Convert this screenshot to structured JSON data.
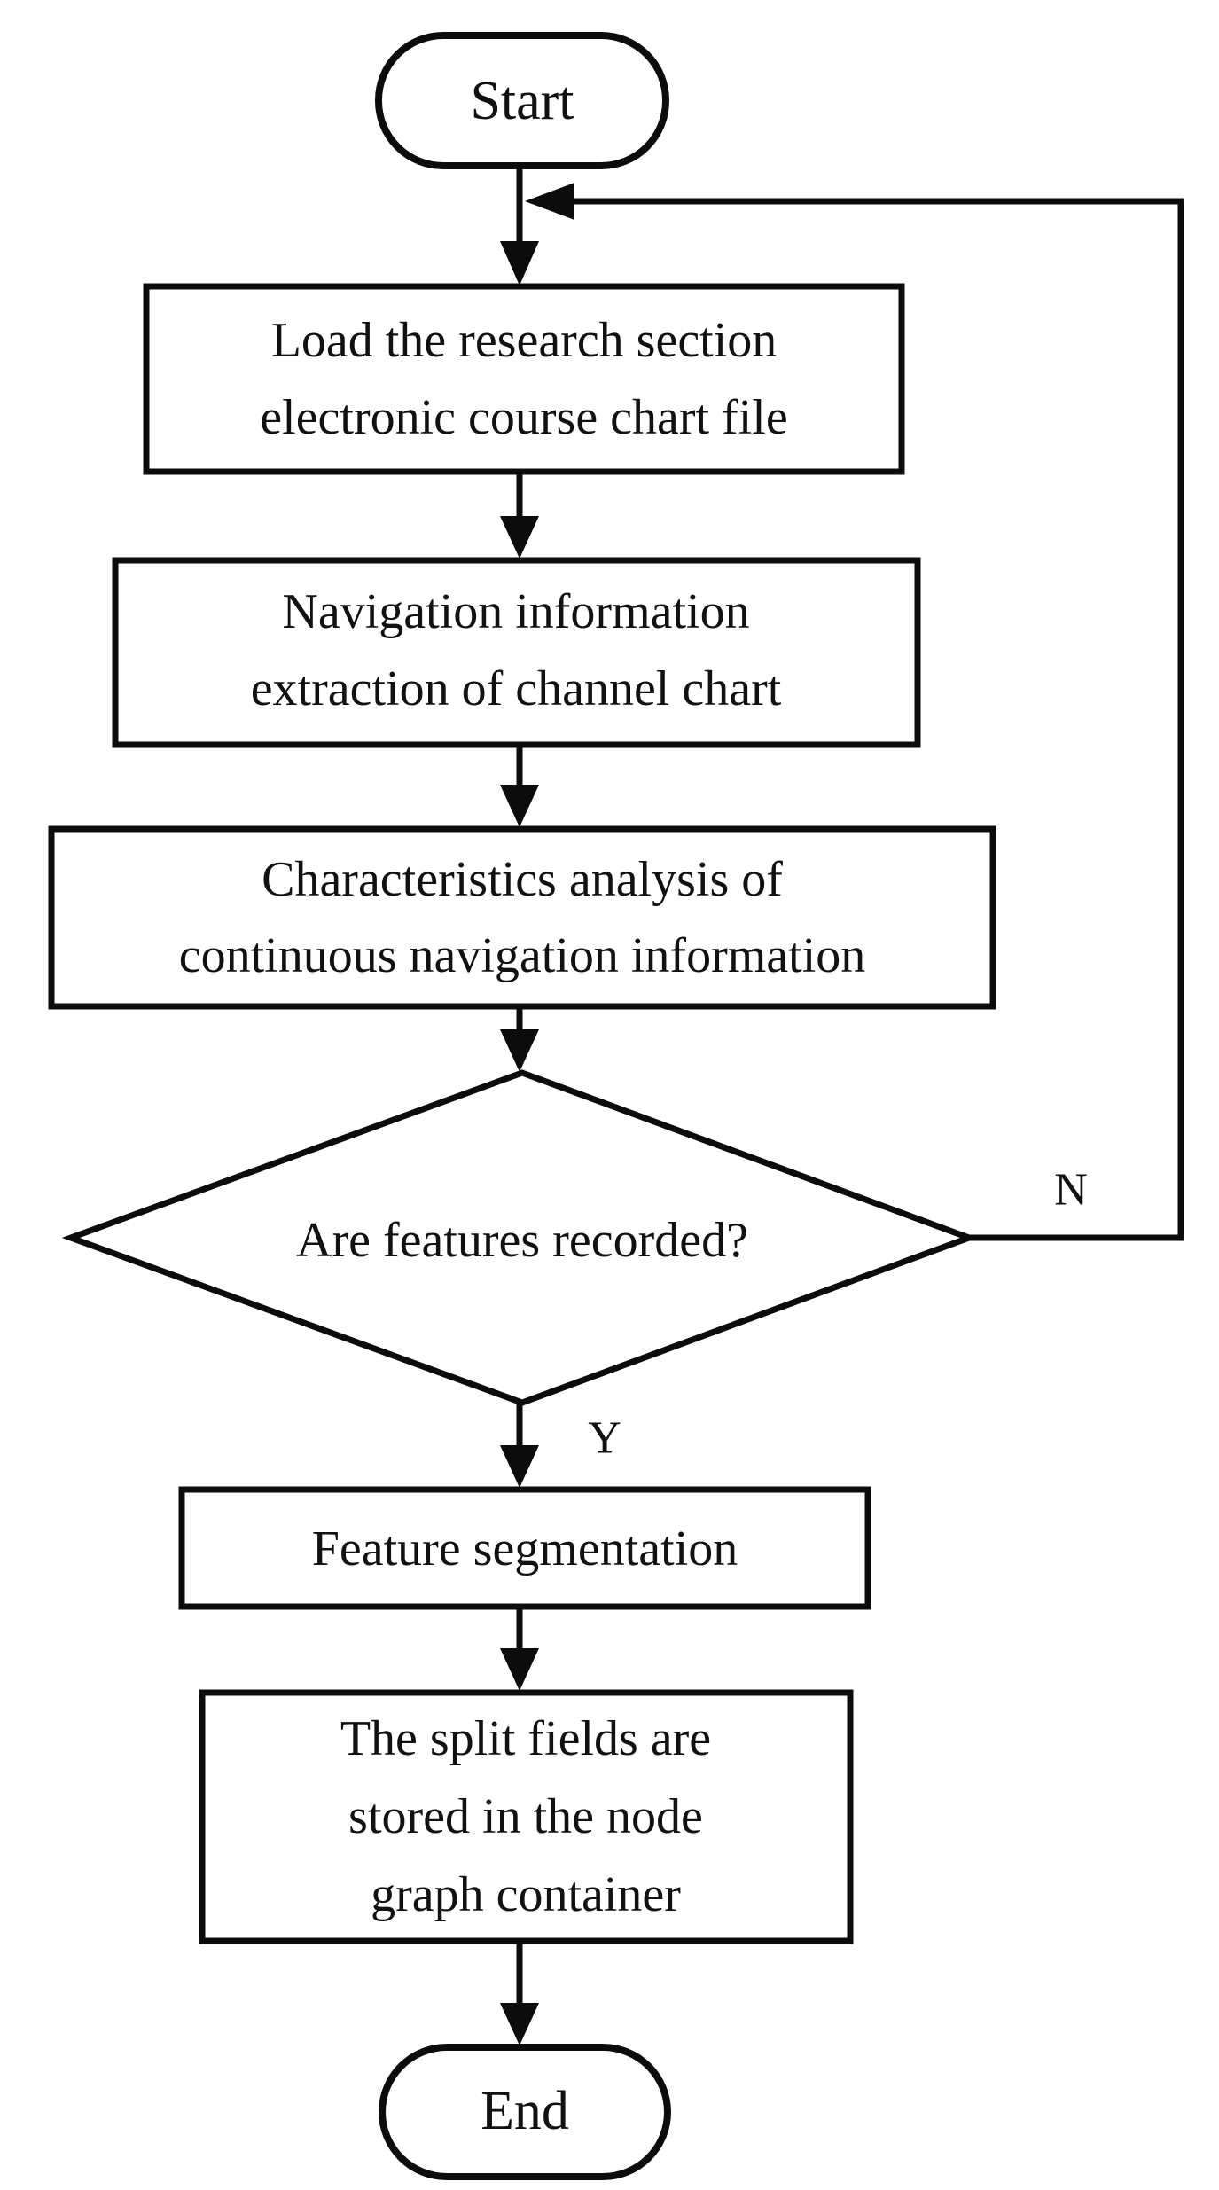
{
  "canvas": {
    "background": "#ffffff",
    "line_color": "#0c0c0c",
    "text_color": "#111111"
  },
  "nodes": {
    "start": {
      "type": "terminator",
      "label": "Start"
    },
    "load_chart": {
      "type": "process",
      "line1": "Load the research section",
      "line2": "electronic course chart file"
    },
    "nav_extraction": {
      "type": "process",
      "line1": "Navigation information",
      "line2": "extraction of channel chart"
    },
    "char_analysis": {
      "type": "process",
      "line1": "Characteristics analysis of",
      "line2": "continuous navigation information"
    },
    "decision": {
      "type": "decision",
      "label": "Are features recorded?"
    },
    "feature_segmentation": {
      "type": "process",
      "label": "Feature segmentation"
    },
    "store_fields": {
      "type": "process",
      "line1": "The split fields are",
      "line2": "stored in the node",
      "line3": "graph container"
    },
    "end": {
      "type": "terminator",
      "label": "End"
    }
  },
  "edge_labels": {
    "yes": "Y",
    "no": "N"
  }
}
